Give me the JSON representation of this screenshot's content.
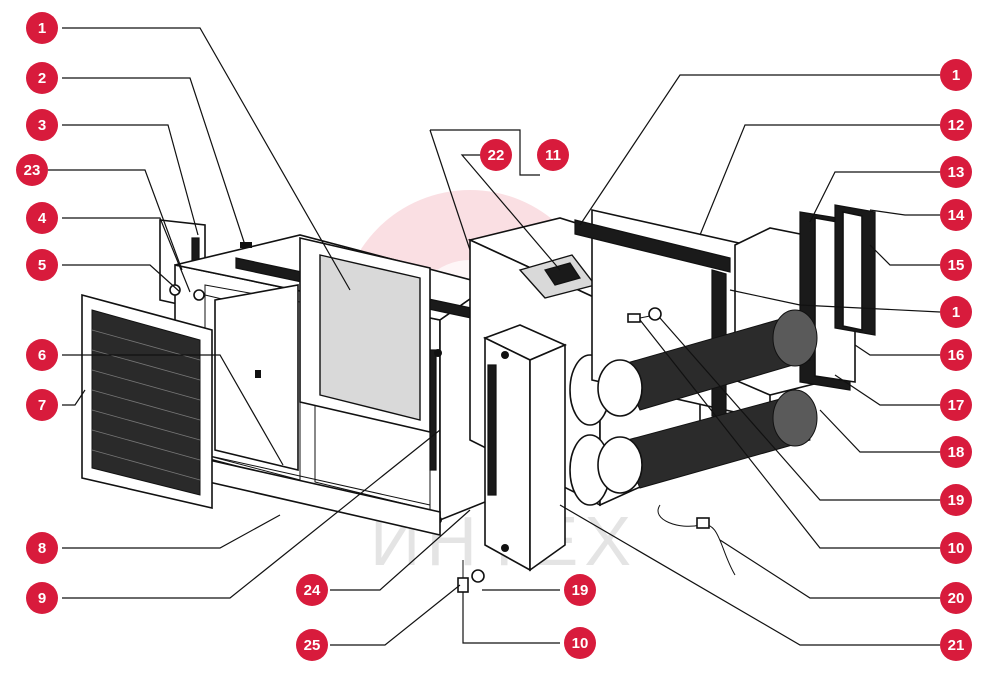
{
  "callouts": [
    {
      "id": "c-1-top-left",
      "label": "1"
    },
    {
      "id": "c-2",
      "label": "2"
    },
    {
      "id": "c-3",
      "label": "3"
    },
    {
      "id": "c-23",
      "label": "23"
    },
    {
      "id": "c-4",
      "label": "4"
    },
    {
      "id": "c-5",
      "label": "5"
    },
    {
      "id": "c-6",
      "label": "6"
    },
    {
      "id": "c-7",
      "label": "7"
    },
    {
      "id": "c-8",
      "label": "8"
    },
    {
      "id": "c-9",
      "label": "9"
    },
    {
      "id": "c-24",
      "label": "24"
    },
    {
      "id": "c-25",
      "label": "25"
    },
    {
      "id": "c-19-bottom",
      "label": "19"
    },
    {
      "id": "c-10-bottom",
      "label": "10"
    },
    {
      "id": "c-22",
      "label": "22"
    },
    {
      "id": "c-11",
      "label": "11"
    },
    {
      "id": "c-1-top-right",
      "label": "1"
    },
    {
      "id": "c-12",
      "label": "12"
    },
    {
      "id": "c-13",
      "label": "13"
    },
    {
      "id": "c-14",
      "label": "14"
    },
    {
      "id": "c-15",
      "label": "15"
    },
    {
      "id": "c-1-right",
      "label": "1"
    },
    {
      "id": "c-16",
      "label": "16"
    },
    {
      "id": "c-17",
      "label": "17"
    },
    {
      "id": "c-18",
      "label": "18"
    },
    {
      "id": "c-19-right",
      "label": "19"
    },
    {
      "id": "c-10-right",
      "label": "10"
    },
    {
      "id": "c-20",
      "label": "20"
    },
    {
      "id": "c-21",
      "label": "21"
    }
  ],
  "watermark": {
    "text": "ИНТЕХ",
    "color": "#e23b4e"
  },
  "colors": {
    "badge": "#d81b3c",
    "line": "#111111"
  }
}
